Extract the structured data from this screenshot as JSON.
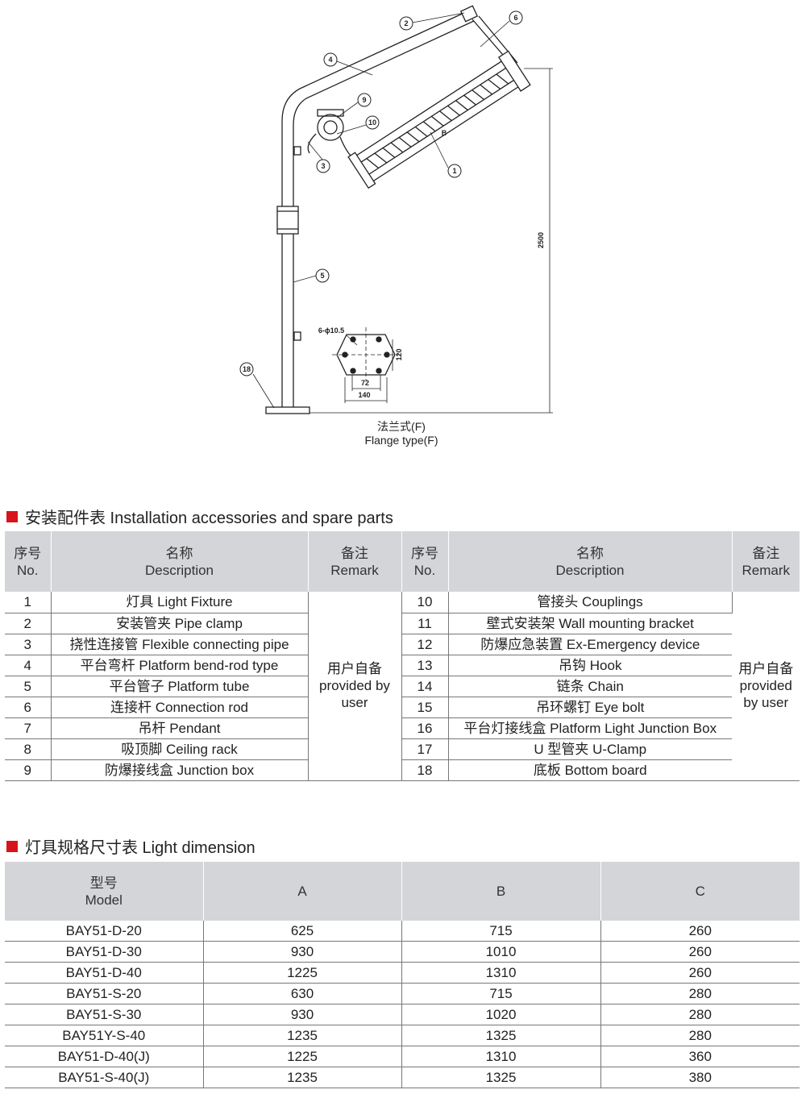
{
  "drawing": {
    "callouts": [
      "1",
      "2",
      "3",
      "4",
      "5",
      "6",
      "9",
      "10",
      "18"
    ],
    "dimension_height": "2500",
    "dimension_b": "B",
    "flange_hole_label": "6-ϕ10.5",
    "flange_dim_width": "140",
    "flange_dim_inner": "72",
    "flange_dim_height": "120",
    "caption_cn": "法兰式(F)",
    "caption_en": "Flange type(F)",
    "accent_color": "#d7141b"
  },
  "accessories": {
    "title": "安装配件表 Installation accessories and spare parts",
    "headers": {
      "no_cn": "序号",
      "no_en": "No.",
      "desc_cn": "名称",
      "desc_en": "Description",
      "remark_cn": "备注",
      "remark_en": "Remark"
    },
    "remark_cn": "用户自备",
    "remark_en_1": "provided by",
    "remark_en_2": "user",
    "remark_right_en_1": "provided",
    "remark_right_en_2": "by user",
    "left": [
      {
        "no": "1",
        "desc": "灯具 Light Fixture"
      },
      {
        "no": "2",
        "desc": "安装管夹 Pipe clamp"
      },
      {
        "no": "3",
        "desc": "挠性连接管 Flexible connecting pipe"
      },
      {
        "no": "4",
        "desc": "平台弯杆 Platform bend-rod type"
      },
      {
        "no": "5",
        "desc": "平台管子 Platform tube"
      },
      {
        "no": "6",
        "desc": "连接杆 Connection rod"
      },
      {
        "no": "7",
        "desc": "吊杆 Pendant"
      },
      {
        "no": "8",
        "desc": "吸顶脚 Ceiling rack"
      },
      {
        "no": "9",
        "desc": "防爆接线盒 Junction box"
      }
    ],
    "right": [
      {
        "no": "10",
        "desc": "管接头 Couplings"
      },
      {
        "no": "11",
        "desc": "壁式安装架 Wall mounting bracket"
      },
      {
        "no": "12",
        "desc": "防爆应急装置 Ex-Emergency device"
      },
      {
        "no": "13",
        "desc": "吊钩 Hook"
      },
      {
        "no": "14",
        "desc": "链条 Chain"
      },
      {
        "no": "15",
        "desc": "吊环螺钉 Eye bolt"
      },
      {
        "no": "16",
        "desc": "平台灯接线盒 Platform Light Junction Box"
      },
      {
        "no": "17",
        "desc": "U 型管夹 U-Clamp"
      },
      {
        "no": "18",
        "desc": "底板 Bottom board"
      }
    ]
  },
  "dimensions": {
    "title": "灯具规格尺寸表 Light dimension",
    "headers": {
      "model_cn": "型号",
      "model_en": "Model",
      "a": "A",
      "b": "B",
      "c": "C"
    },
    "rows": [
      {
        "model": "BAY51-D-20",
        "a": "625",
        "b": "715",
        "c": "260"
      },
      {
        "model": "BAY51-D-30",
        "a": "930",
        "b": "1010",
        "c": "260"
      },
      {
        "model": "BAY51-D-40",
        "a": "1225",
        "b": "1310",
        "c": "260"
      },
      {
        "model": "BAY51-S-20",
        "a": "630",
        "b": "715",
        "c": "280"
      },
      {
        "model": "BAY51-S-30",
        "a": "930",
        "b": "1020",
        "c": "280"
      },
      {
        "model": "BAY51Y-S-40",
        "a": "1235",
        "b": "1325",
        "c": "280"
      },
      {
        "model": "BAY51-D-40(J)",
        "a": "1225",
        "b": "1310",
        "c": "360"
      },
      {
        "model": "BAY51-S-40(J)",
        "a": "1235",
        "b": "1325",
        "c": "380"
      }
    ]
  }
}
